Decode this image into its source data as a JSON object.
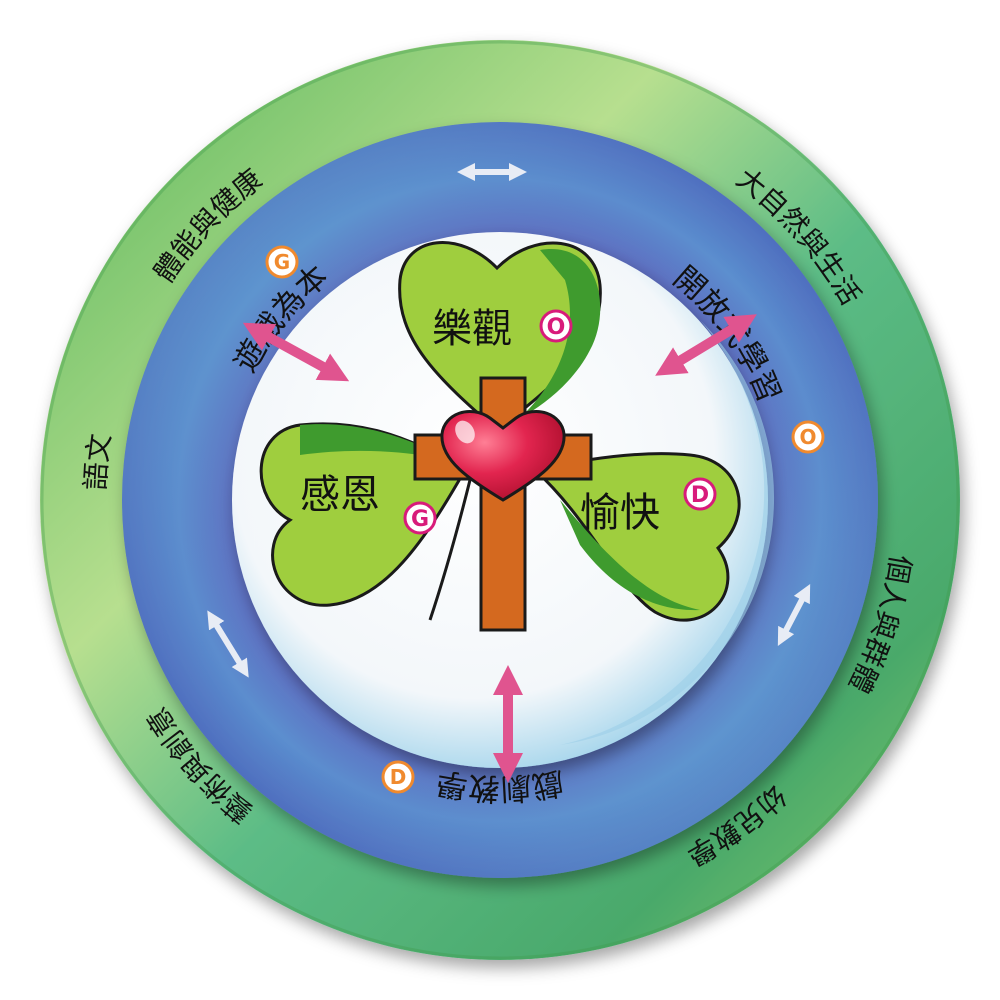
{
  "outer_ring": {
    "items": [
      {
        "label": "體能與健康"
      },
      {
        "label": "大自然與生活"
      },
      {
        "label": "個人與群體"
      },
      {
        "label": "幼兒數學"
      },
      {
        "label": "藝術與創意"
      },
      {
        "label": "語文"
      }
    ]
  },
  "middle_ring": {
    "items": [
      {
        "label": "遊戲為本",
        "letter": "G"
      },
      {
        "label": "開放式學習",
        "letter": "O"
      },
      {
        "label": "戲劇教學",
        "letter": "D"
      }
    ]
  },
  "clover": {
    "leaves": [
      {
        "label": "樂觀",
        "letter": "O"
      },
      {
        "label": "感恩",
        "letter": "G"
      },
      {
        "label": "愉快",
        "letter": "D"
      }
    ]
  },
  "colors": {
    "outer_ring": "#7fc66a",
    "middle_ring": "#6e78c8",
    "inner_ring": "#bfe2ef",
    "leaf": "#9fce3e",
    "leaf_dark": "#3f9b2e",
    "cross": "#d4691f",
    "heart": "#e2254f",
    "pink_arrow": "#e0548f",
    "letter_accent": "#f08a2e",
    "letter_pink": "#d81b7a"
  }
}
